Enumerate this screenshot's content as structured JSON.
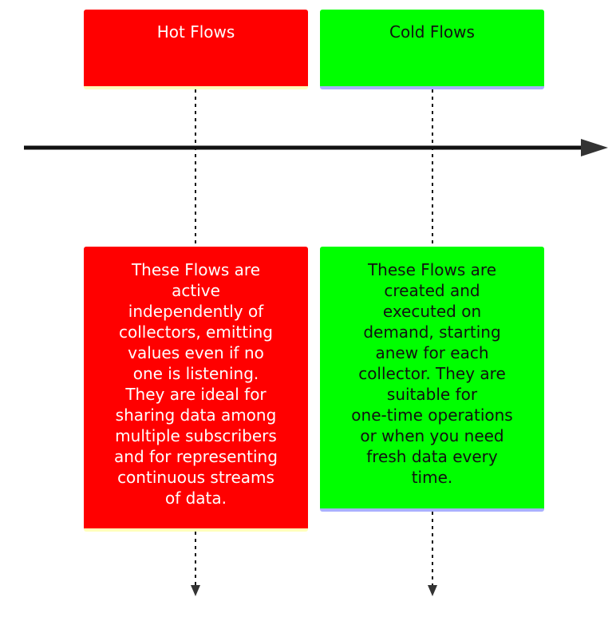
{
  "diagram": {
    "hot": {
      "title": "Hot Flows",
      "note": "These Flows are\nactive\nindependently of\ncollectors, emitting\nvalues even if no\none is listening.\nThey are ideal for\nsharing data among\nmultiple subscribers\nand for representing\ncontinuous streams\nof data.",
      "color": "#ff0000",
      "text_color": "#ffffff",
      "accent": "#ffffbb"
    },
    "cold": {
      "title": "Cold Flows",
      "note": "These Flows are\ncreated and\nexecuted on\ndemand, starting\nanew for each\ncollector.  They are\nsuitable for\none-time operations\nor when you need\nfresh data every\ntime.",
      "color": "#00ff00",
      "text_color": "#111111",
      "accent": "#aab0ff"
    },
    "line_color": "#111111"
  }
}
